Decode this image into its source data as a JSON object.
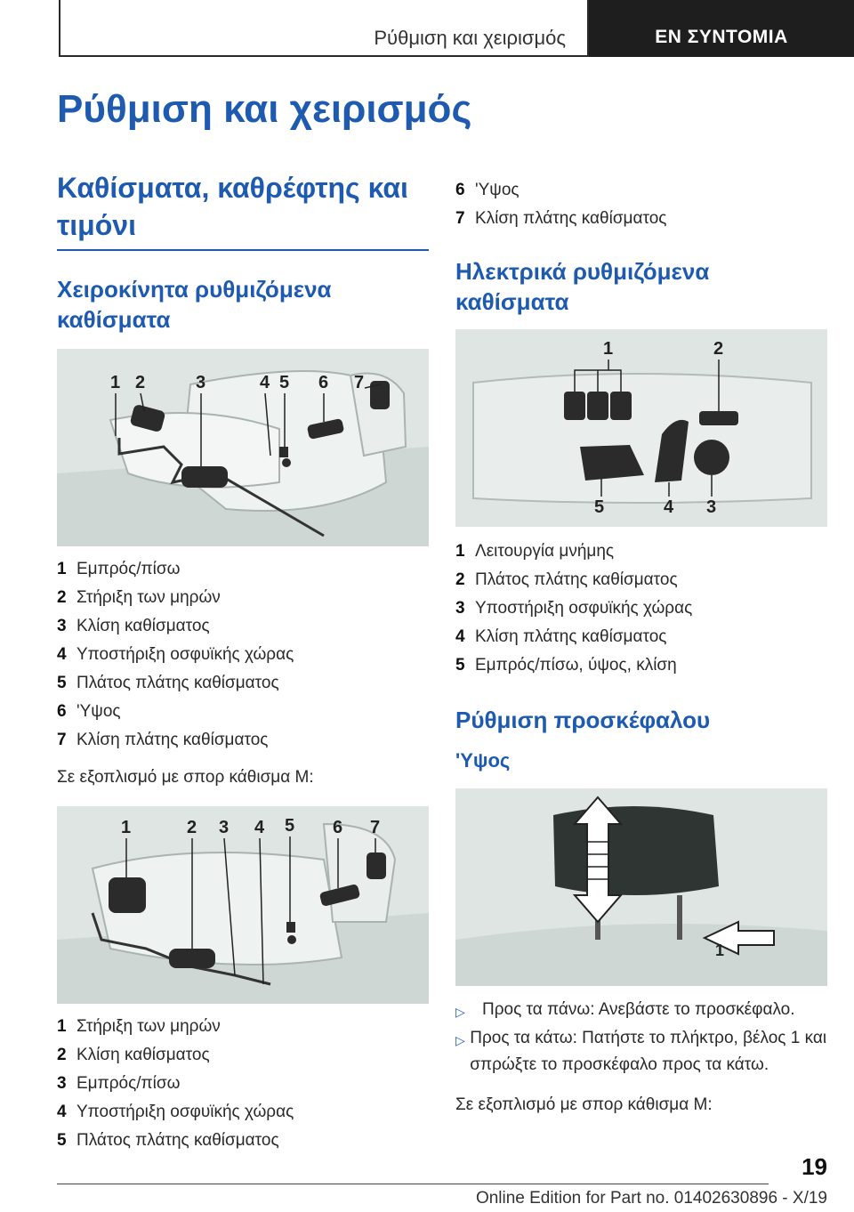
{
  "header": {
    "section": "Ρύθμιση και χειρισμός",
    "chapter": "ΕΝ ΣΥΝΤΟΜΙΑ"
  },
  "page_title": "Ρύθμιση και χειρισμός",
  "left": {
    "heading": "Καθίσματα, καθρέφτης και τιμόνι",
    "subheading": "Χειροκίνητα ρυθμιζόμενα καθίσματα",
    "fig1_labels": [
      "1",
      "2",
      "3",
      "4",
      "5",
      "6",
      "7"
    ],
    "legend1": [
      {
        "n": "1",
        "t": "Εμπρός/πίσω"
      },
      {
        "n": "2",
        "t": "Στήριξη των μηρών"
      },
      {
        "n": "3",
        "t": "Κλίση καθίσματος"
      },
      {
        "n": "4",
        "t": "Υποστήριξη οσφυϊκής χώρας"
      },
      {
        "n": "5",
        "t": "Πλάτος πλάτης καθίσματος"
      },
      {
        "n": "6",
        "t": "'Υψος"
      },
      {
        "n": "7",
        "t": "Κλίση πλάτης καθίσματος"
      }
    ],
    "note": "Σε εξοπλισμό με σπορ κάθισμα M:",
    "fig2_labels": [
      "1",
      "2",
      "3",
      "4",
      "5",
      "6",
      "7"
    ],
    "legend2": [
      {
        "n": "1",
        "t": "Στήριξη των μηρών"
      },
      {
        "n": "2",
        "t": "Κλίση καθίσματος"
      },
      {
        "n": "3",
        "t": "Εμπρός/πίσω"
      },
      {
        "n": "4",
        "t": "Υποστήριξη οσφυϊκής χώρας"
      },
      {
        "n": "5",
        "t": "Πλάτος πλάτης καθίσματος"
      }
    ]
  },
  "right": {
    "legend_cont": [
      {
        "n": "6",
        "t": "'Υψος"
      },
      {
        "n": "7",
        "t": "Κλίση πλάτης καθίσματος"
      }
    ],
    "subheading_electric": "Ηλεκτρικά ρυθμιζόμενα καθίσματα",
    "fig3_labels": [
      "1",
      "2",
      "3",
      "4",
      "5"
    ],
    "legend3": [
      {
        "n": "1",
        "t": "Λειτουργία μνήμης"
      },
      {
        "n": "2",
        "t": "Πλάτος πλάτης καθίσματος"
      },
      {
        "n": "3",
        "t": "Υποστήριξη οσφυϊκής χώρας"
      },
      {
        "n": "4",
        "t": "Κλίση πλάτης καθίσματος"
      },
      {
        "n": "5",
        "t": "Εμπρός/πίσω, ύψος, κλίση"
      }
    ],
    "headrest_heading": "Ρύθμιση προσκέφαλου",
    "height_heading": "'Υψος",
    "fig4_label": "1",
    "bullets": [
      "Προς τα πάνω: Ανεβάστε το προσκέφαλο.",
      "Προς τα κάτω: Πατήστε το πλήκτρο, βέλος 1 και σπρώξτε το προσκέφαλο προς τα κάτω."
    ],
    "note": "Σε εξοπλισμό με σπορ κάθισμα M:"
  },
  "footer": {
    "page_number": "19",
    "edition": "Online Edition for Part no. 01402630896 - X/19"
  },
  "colors": {
    "accent": "#1d5ab0",
    "header_dark": "#1e1e1e"
  }
}
